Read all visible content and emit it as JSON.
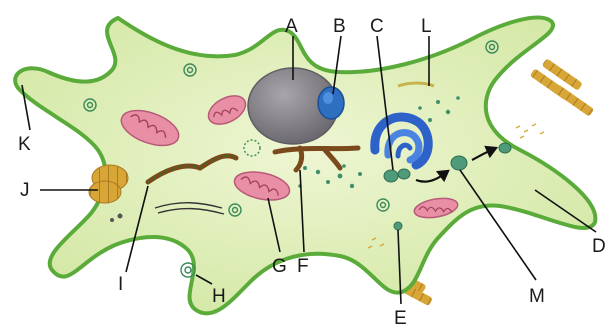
{
  "labels": {
    "A": "A",
    "B": "B",
    "C": "C",
    "D": "D",
    "E": "E",
    "F": "F",
    "G": "G",
    "H": "H",
    "I": "I",
    "J": "J",
    "K": "K",
    "L": "L",
    "M": "M"
  },
  "colors": {
    "cytoplasm": "#dfeeb8",
    "membrane": "#5aab3a",
    "nucleus": "#8a878c",
    "nucleolus": "#2f6fc0",
    "golgi": "#2d63c8",
    "mitochondria": "#e88fa6",
    "er_rough": "#7a4a1c",
    "vesicle": "#3e8f6a",
    "collagen": "#d8a636"
  }
}
